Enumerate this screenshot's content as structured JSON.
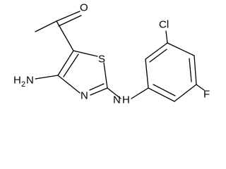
{
  "molecule": {
    "atoms": {
      "oxygen": "O",
      "amine_n": "H",
      "amine_h2": "2",
      "amine_tail": "N",
      "sulfur": "S",
      "ring_n": "N",
      "nh_n": "N",
      "nh_h": "H",
      "chlorine": "Cl",
      "fluorine": "F"
    }
  }
}
